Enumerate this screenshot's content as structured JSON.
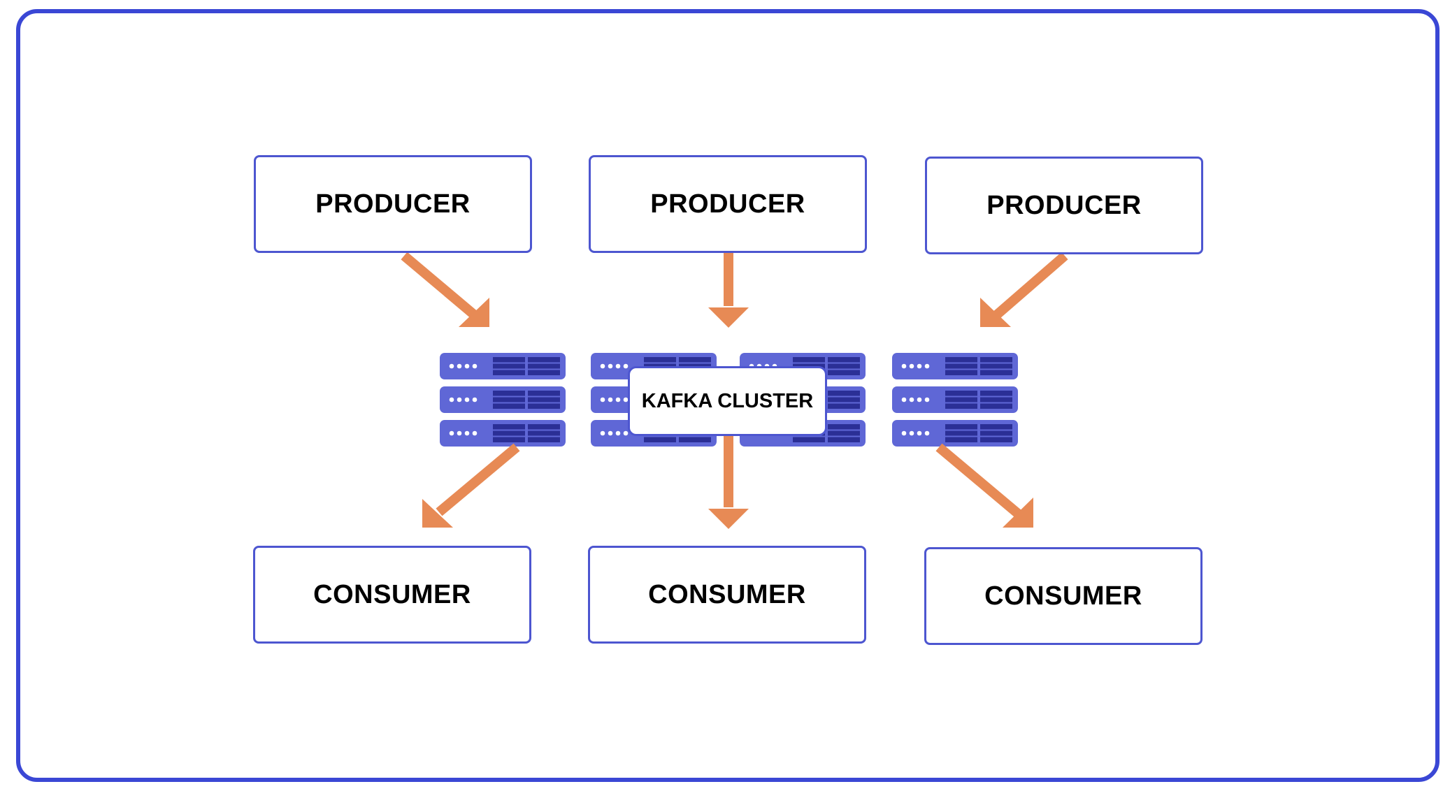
{
  "diagram": {
    "producers": [
      {
        "label": "PRODUCER"
      },
      {
        "label": "PRODUCER"
      },
      {
        "label": "PRODUCER"
      }
    ],
    "cluster": {
      "label": "KAFKA CLUSTER"
    },
    "consumers": [
      {
        "label": "CONSUMER"
      },
      {
        "label": "CONSUMER"
      },
      {
        "label": "CONSUMER"
      }
    ]
  },
  "colors": {
    "frame": "#3a47d5",
    "box_border": "#4d56d0",
    "arrow": "#e78a55",
    "server_body": "#5f67d6",
    "server_dark": "#2b2f96",
    "server_light": "#ffffff"
  },
  "icons": [
    "server-rack-icon",
    "arrow-icon"
  ]
}
